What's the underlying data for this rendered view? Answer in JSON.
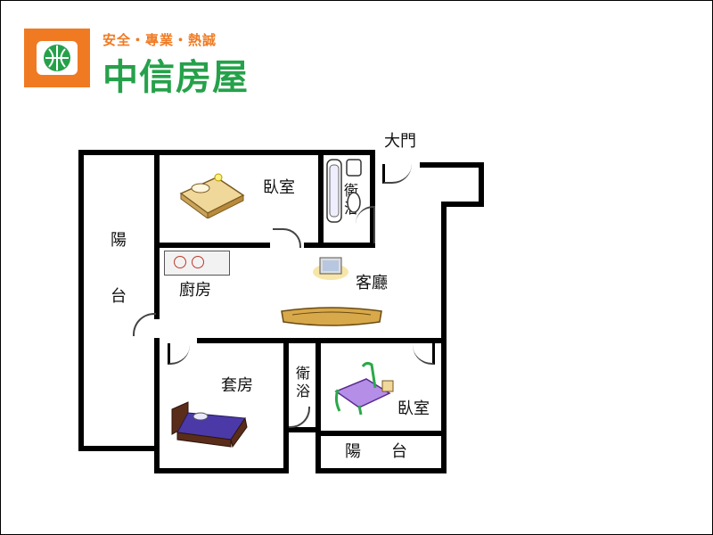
{
  "logo": {
    "slogan": "安全・專業・熱誠",
    "brand": "中信房屋",
    "colors": {
      "orange": "#f07a22",
      "green": "#25a14a"
    }
  },
  "rooms": {
    "entrance": "大門",
    "bedroom_top": "臥室",
    "bath_top": "衛浴",
    "balcony_left": "陽台",
    "kitchen": "廚房",
    "living": "客廳",
    "master_suite": "套房",
    "bath_bottom": "衛浴",
    "bedroom_bottom": "臥室",
    "balcony_bottom": "陽台"
  },
  "icons": [
    "bed-icon",
    "bathtub-icon",
    "stove-icon",
    "tv-icon",
    "sofa-icon",
    "bunk-bed-icon"
  ]
}
